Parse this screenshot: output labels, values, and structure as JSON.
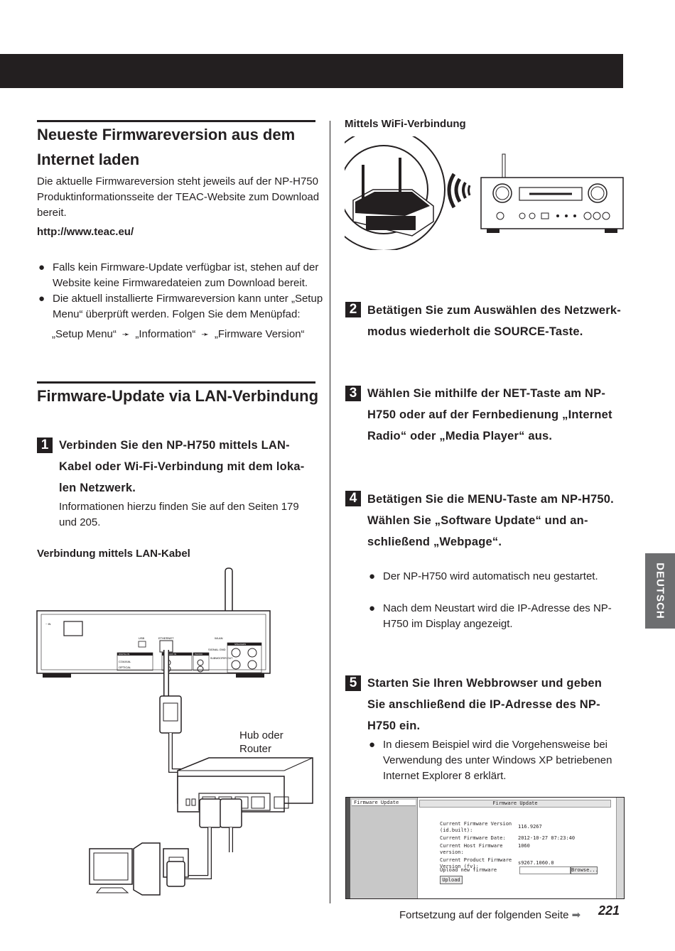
{
  "left": {
    "section1": {
      "heading_line1": "Neueste Firmwareversion aus dem",
      "heading_line2": "Internet laden",
      "para_lines": [
        "Die aktuelle Firmwareversion steht jeweils auf der NP-H750",
        "Produktinformationsseite der TEAC-Website zum Download",
        "bereit."
      ],
      "url": "http://www.teac.eu/",
      "bullet1_lines": [
        "Falls kein Firmware-Update verfügbar ist, stehen auf der",
        "Website keine Firmwaredateien zum Download bereit."
      ],
      "bullet2_lines": [
        "Die aktuell installierte Firmwareversion kann unter „Setup",
        "Menu“ überprüft werden. Folgen Sie dem Menüpfad:"
      ],
      "menupath": {
        "item1": "„Setup Menu“",
        "item2": "„Information“",
        "item3": "„Firmware Version“"
      }
    },
    "section2": {
      "heading": "Firmware-Update via LAN-Verbindung",
      "step1": {
        "number": "1",
        "title_lines": [
          "Verbinden Sie den NP-H750 mittels LAN-",
          "Kabel oder Wi-Fi-Verbindung mit dem loka-",
          "len Netzwerk."
        ],
        "note_lines": [
          "Informationen hierzu finden Sie auf den Seiten 179",
          "und 205."
        ]
      },
      "lan_caption": "Verbindung mittels LAN-Kabel",
      "hub_label_line1": "Hub oder",
      "hub_label_line2": "Router"
    }
  },
  "right": {
    "wifi_caption": "Mittels WiFi-Verbindung",
    "step2": {
      "number": "2",
      "title_lines": [
        "Betätigen Sie zum Auswählen des Netzwerk-",
        "modus wiederholt die SOURCE-Taste."
      ]
    },
    "step3": {
      "number": "3",
      "title_lines": [
        "Wählen Sie mithilfe der NET-Taste am NP-",
        "H750 oder auf der Fernbedienung „Internet",
        "Radio“ oder „Media Player“ aus."
      ]
    },
    "step4": {
      "number": "4",
      "title_lines": [
        "Betätigen Sie die MENU-Taste am NP-H750.",
        "Wählen Sie „Software Update“ und an-",
        "schließend „Webpage“."
      ],
      "bullet1": "Der NP-H750 wird automatisch neu gestartet.",
      "bullet2_lines": [
        "Nach dem Neustart wird die IP-Adresse des NP-",
        "H750 im Display angezeigt."
      ]
    },
    "step5": {
      "number": "5",
      "title_lines": [
        "Starten Sie Ihren Webbrowser und geben",
        "Sie anschließend die IP-Adresse des NP-",
        "H750 ein."
      ],
      "bullet_lines": [
        "In diesem Beispiel wird die Vorgehensweise bei",
        "Verwendung des unter Windows XP betriebenen",
        "Internet Explorer 8 erklärt."
      ]
    },
    "screenshot": {
      "sidebar_title": "Firmware Update",
      "main_title": "Firmware Update",
      "rows": [
        {
          "label": "Current Firmware Version (id.built):",
          "value": "116.9267"
        },
        {
          "label": "Current Firmware Date:",
          "value": "2012-10-27  07:23:40"
        },
        {
          "label": "Current Host Firmware version:",
          "value": "1060"
        },
        {
          "label": "Current Product Firmware Version (fv):",
          "value": "s9267.1060.0"
        }
      ],
      "upload_label": "Upload new firmware",
      "browse_button": "Browse...",
      "upload_button": "Upload"
    }
  },
  "side_tab": "DEUTSCH",
  "footer": {
    "continue_text": "Fortsetzung auf der folgenden Seite",
    "page_number": "221"
  },
  "diagram_labels": {
    "rear_ethernet": "ETHERNET",
    "rear_usb": "USB",
    "rear_wlan": "WLAN",
    "rear_digital_in": "DIGITAL IN",
    "rear_coaxial": "COAXIAL",
    "rear_optical": "OPTICAL",
    "rear_aux": "AUX IN",
    "rear_phono": "PHONO",
    "rear_speakers": "SPEAKERS",
    "rear_subwoofer": "SUBWOOFER OUT",
    "rear_signal_gnd": "SIGNAL GND"
  },
  "colors": {
    "ink": "#231f20",
    "tab_grey": "#6d6e70",
    "screenshot_sidebar": "#c8c8c8"
  }
}
